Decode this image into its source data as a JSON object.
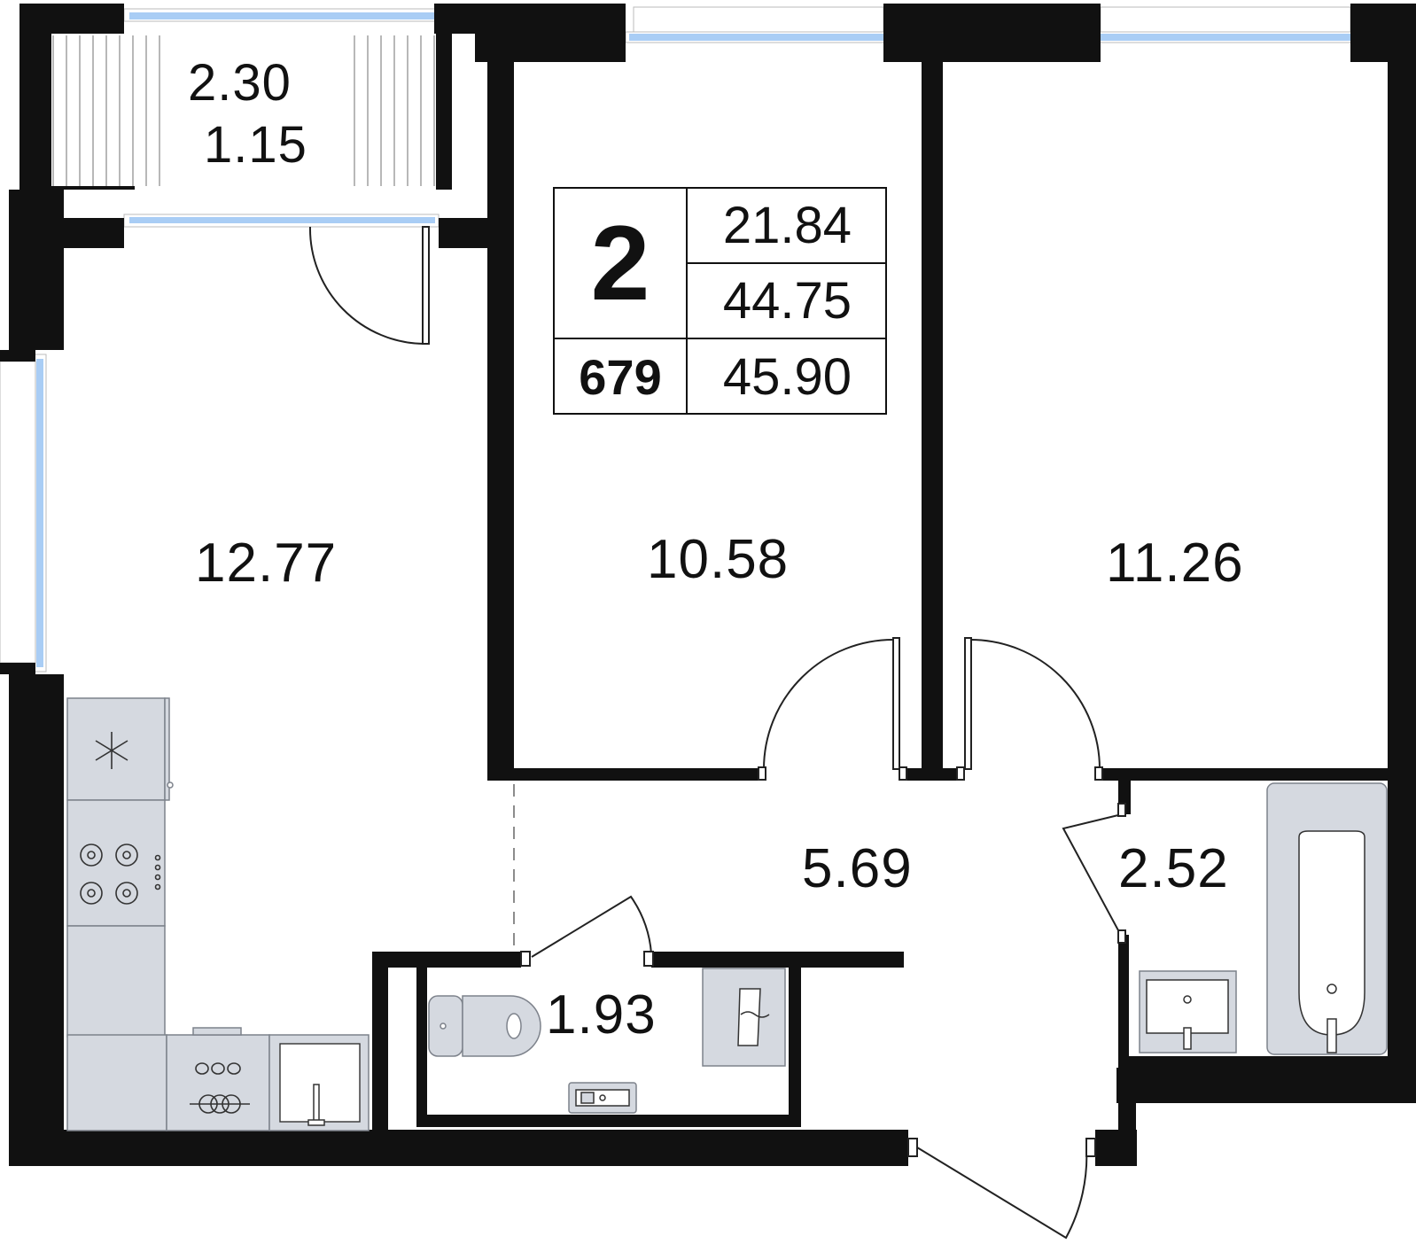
{
  "colors": {
    "wall": "#111111",
    "window_glass": "#a9cdf5",
    "fixture_fill": "#d5d9e0",
    "fixture_stroke": "#7d828b",
    "line": "#222222"
  },
  "badge": {
    "rooms": "2",
    "apartment_number": "679",
    "living_area": "21.84",
    "total_area": "44.75",
    "total_with_balcony": "45.90"
  },
  "balcony": {
    "area": "2.30",
    "reduced_area": "1.15"
  },
  "rooms": {
    "kitchen_living": "12.77",
    "bedroom_1": "10.58",
    "bedroom_2": "11.26",
    "hallway": "5.69",
    "bathroom": "2.52",
    "toilet": "1.93"
  },
  "icons": [
    "snowflake-icon",
    "stove-icon",
    "sink-icon",
    "toilet-icon",
    "bathtub-icon",
    "washing-machine-icon",
    "door-swing-icon"
  ]
}
